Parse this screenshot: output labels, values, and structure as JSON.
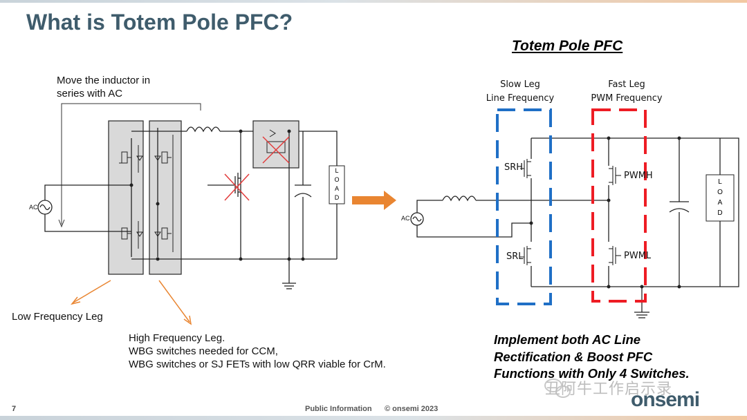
{
  "slide": {
    "title": "What is Totem Pole PFC?",
    "subtitle": "Totem Pole PFC",
    "page_number": "7",
    "classification": "Public Information",
    "copyright": "© onsemi 2023",
    "logo": "onsemi",
    "watermark": "丑阿牛工作启示录"
  },
  "left_diagram": {
    "annotation_top": [
      "Move the inductor in",
      "series with AC"
    ],
    "ac_label": "AC",
    "load_letters": [
      "L",
      "O",
      "A",
      "D"
    ],
    "low_freq_label": "Low Frequency Leg",
    "high_freq_lines": [
      "High Frequency Leg.",
      "WBG switches needed for CCM,",
      "WBG switches or SJ FETs with low QRR viable for CrM."
    ]
  },
  "right_diagram": {
    "slow_leg": [
      "Slow Leg",
      "Line Frequency"
    ],
    "fast_leg": [
      "Fast  Leg",
      "PWM  Frequency"
    ],
    "switches": [
      "SRH",
      "SRL",
      "PWMH",
      "PWML"
    ],
    "ac_label": "AC",
    "load_letters": [
      "L",
      "O",
      "A",
      "D"
    ],
    "bottom_text": [
      "Implement both AC Line",
      "Rectification & Boost PFC",
      "Functions with Only 4 Switches."
    ]
  },
  "colors": {
    "title": "#3f5c6c",
    "arrow_orange": "#e98531",
    "slow_leg_box": "#1f6fc6",
    "fast_leg_box": "#ee1c24",
    "shade": "#d9d9d9",
    "cross": "#e23a3a"
  }
}
